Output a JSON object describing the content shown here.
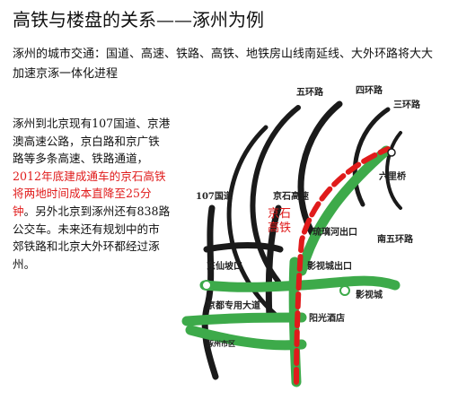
{
  "title": "高铁与楼盘的关系——涿州为例",
  "subtitle": "涿州的城市交通：国道、高速、铁路、高铁、地铁房山线南延线、大外环路将大大加速京涿一体化进程",
  "body": {
    "part1": "涿州到北京现有107国道、京港澳高速公路，京白路和京广铁路等多条高速、铁路通道，",
    "part2_red": "2012年底建成通车的京石高铁将两地时间成本直降至25分钟",
    "part3": "。另外北京到涿州还有838路公交车。未来还有规划中的市郊铁路和北京大外环都经过涿州。"
  },
  "map": {
    "labels": {
      "ring5": "五环路",
      "ring4": "四环路",
      "ring3": "三环路",
      "liulibridge": "六里桥",
      "guodao107": "107国道",
      "jingshi_highway": "京石高速",
      "jingshi_hsr_line1": "京石",
      "jingshi_hsr_line2": "高铁",
      "liulihe_exit": "琉璃河出口",
      "south_ring5": "南五环路",
      "dongxian_exit": "东仙坡口",
      "film_exit": "影视城出口",
      "jingdu_road": "京都专用大道",
      "film_city": "影视城",
      "sunshine_hotel": "阳光酒店",
      "zhuozhou_city": "涿州市区"
    },
    "colors": {
      "road": "#1a1a1a",
      "green_road": "#3daa4a",
      "hsr": "#e01b1b"
    }
  }
}
